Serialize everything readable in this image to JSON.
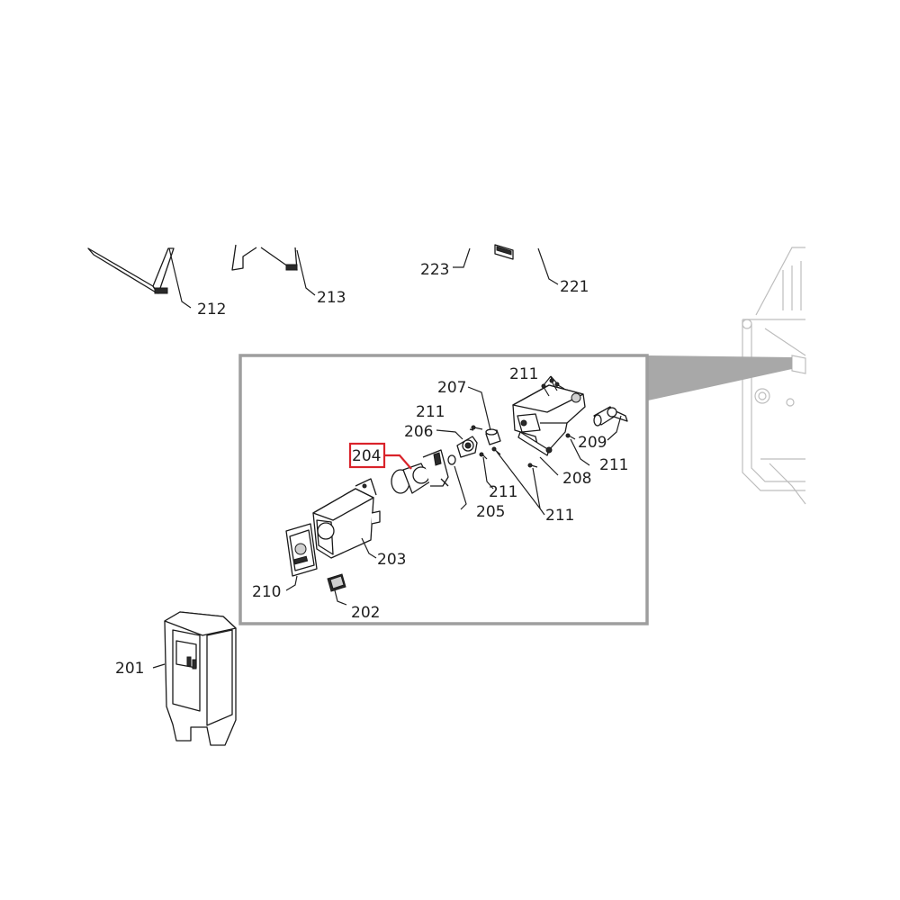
{
  "highlight_color": "#d9232a",
  "inset_border_color": "#9e9e9e",
  "labels": {
    "p201": "201",
    "p202": "202",
    "p203": "203",
    "p204": "204",
    "p205": "205",
    "p206": "206",
    "p207": "207",
    "p208": "208",
    "p209": "209",
    "p210": "210",
    "p211a": "211",
    "p211b": "211",
    "p211c": "211",
    "p211d": "211",
    "p211e": "211",
    "p212": "212",
    "p213": "213",
    "p221": "221",
    "p223": "223"
  }
}
